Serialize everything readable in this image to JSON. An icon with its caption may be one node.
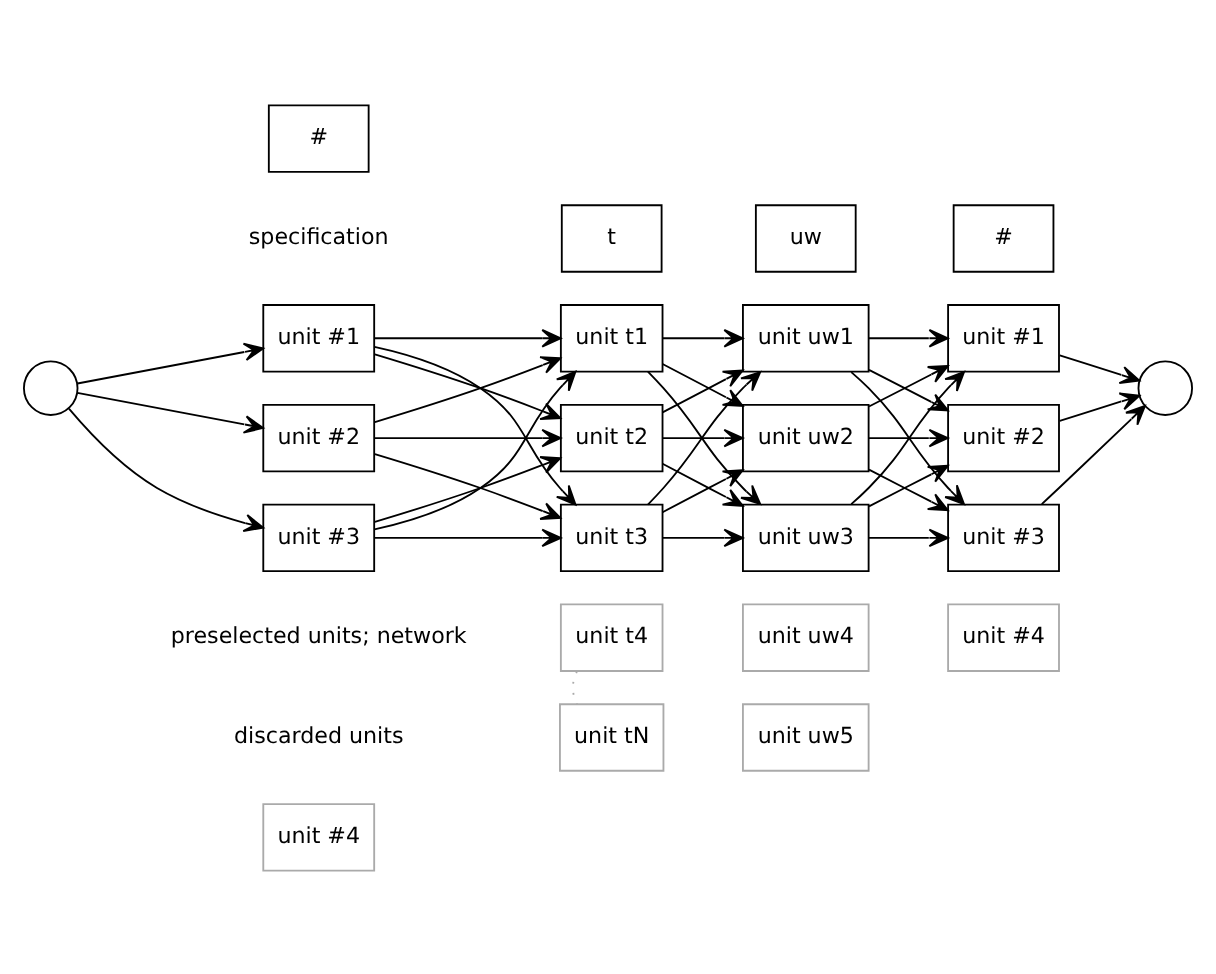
{
  "diagram": {
    "nodes": [
      {
        "text": [
          "#"
        ]
      },
      {
        "text": [
          "t"
        ]
      },
      {
        "text": [
          "uw"
        ]
      },
      {
        "text": [
          "#"
        ]
      },
      {
        "text": [],
        "shape": "circle"
      },
      {
        "text": [
          "unit #1"
        ]
      },
      {
        "text": [
          "unit #2"
        ]
      },
      {
        "text": [
          "unit #3"
        ]
      },
      {
        "text": [
          "unit t1"
        ]
      },
      {
        "text": [
          "unit t2"
        ]
      },
      {
        "text": [
          "unit t3"
        ]
      },
      {
        "text": [
          "unit uw1"
        ]
      },
      {
        "text": [
          "unit uw2"
        ]
      },
      {
        "text": [
          "unit uw3"
        ]
      },
      {
        "text": [
          "unit #1"
        ]
      },
      {
        "text": [
          "unit #2"
        ]
      },
      {
        "text": [
          "unit #3"
        ]
      },
      {
        "text": [],
        "shape": "circle"
      },
      {
        "text": [
          "unit #4"
        ]
      },
      {
        "text": [
          "unit t4"
        ]
      },
      {
        "text": [
          "unit uw4"
        ]
      },
      {
        "text": [
          "unit #4"
        ]
      },
      {
        "text": [
          "unit uw5"
        ]
      },
      {
        "text": [
          "unit tN"
        ]
      }
    ],
    "edges": [
      {
        "from": 4,
        "to": 5,
        "arrow": "to"
      },
      {
        "from": 4,
        "to": 6,
        "arrow": "to"
      },
      {
        "from": 4,
        "to": 7,
        "arrow": "to"
      },
      {
        "from": 5,
        "to": 8,
        "arrow": "to"
      },
      {
        "from": 5,
        "to": 9,
        "arrow": "to"
      },
      {
        "from": 5,
        "to": 10,
        "arrow": "to"
      },
      {
        "from": 6,
        "to": 8,
        "arrow": "to"
      },
      {
        "from": 6,
        "to": 9,
        "arrow": "to"
      },
      {
        "from": 6,
        "to": 10,
        "arrow": "to"
      },
      {
        "from": 7,
        "to": 8,
        "arrow": "to"
      },
      {
        "from": 7,
        "to": 9,
        "arrow": "to"
      },
      {
        "from": 7,
        "to": 10,
        "arrow": "to"
      },
      {
        "from": 8,
        "to": 11,
        "arrow": "to"
      },
      {
        "from": 8,
        "to": 12,
        "arrow": "to"
      },
      {
        "from": 8,
        "to": 13,
        "arrow": "to"
      },
      {
        "from": 9,
        "to": 11,
        "arrow": "to"
      },
      {
        "from": 9,
        "to": 12,
        "arrow": "to"
      },
      {
        "from": 9,
        "to": 13,
        "arrow": "to"
      },
      {
        "from": 10,
        "to": 11,
        "arrow": "to"
      },
      {
        "from": 10,
        "to": 12,
        "arrow": "to"
      },
      {
        "from": 10,
        "to": 13,
        "arrow": "to"
      },
      {
        "from": 11,
        "to": 14,
        "arrow": "to"
      },
      {
        "from": 11,
        "to": 15,
        "arrow": "to"
      },
      {
        "from": 11,
        "to": 16,
        "arrow": "to"
      },
      {
        "from": 12,
        "to": 14,
        "arrow": "to"
      },
      {
        "from": 12,
        "to": 15,
        "arrow": "to"
      },
      {
        "from": 12,
        "to": 16,
        "arrow": "to"
      },
      {
        "from": 13,
        "to": 14,
        "arrow": "to"
      },
      {
        "from": 13,
        "to": 15,
        "arrow": "to"
      },
      {
        "from": 13,
        "to": 16,
        "arrow": "to"
      },
      {
        "from": 14,
        "to": 17,
        "arrow": "to"
      },
      {
        "from": 15,
        "to": 17,
        "arrow": "to"
      },
      {
        "from": 16,
        "to": 17,
        "arrow": "to"
      },
      {
        "from": 19,
        "to": 23,
        "arrow": "none",
        "style": "dashed",
        "color": "#aaaaaa"
      }
    ],
    "labels": [
      "specification",
      "preselected units; network",
      "discarded units"
    ]
  }
}
